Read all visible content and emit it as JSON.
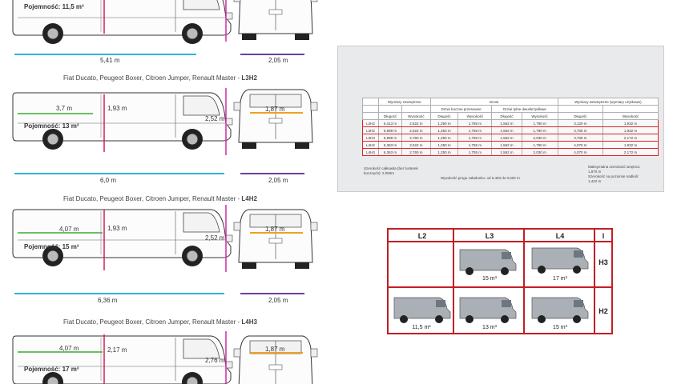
{
  "left_panel": {
    "section1": {
      "title_prefix": "",
      "title_code": "",
      "volume": "Pojemność: 11,5 m³",
      "overall_length": "5,41 m",
      "rear_width": "2,05 m"
    },
    "section2": {
      "title_prefix": "Fiat Ducato, Peugeot Boxer, Citroen Jumper, Renault Master -",
      "title_code": "L3H2",
      "cargo_length": "3,7 m",
      "cargo_height": "1,93 m",
      "volume": "Pojemność: 13 m³",
      "total_height": "2,52 m",
      "cargo_width": "1,87 m",
      "overall_length": "6,0 m",
      "rear_width": "2,05 m"
    },
    "section3": {
      "title_prefix": "Fiat Ducato, Peugeot Boxer, Citroen Jumper, Renault Master -",
      "title_code": "L4H2",
      "cargo_length": "4,07 m",
      "cargo_height": "1,93 m",
      "volume": "Pojemność: 15 m³",
      "total_height": "2,52 m",
      "cargo_width": "1,87 m",
      "overall_length": "6,36 m",
      "rear_width": "2,05 m"
    },
    "section4": {
      "title_prefix": "Fiat Ducato, Peugeot Boxer, Citroen Jumper, Renault Master -",
      "title_code": "L4H3",
      "cargo_length": "4,07 m",
      "cargo_height": "2,17 m",
      "volume": "Pojemność: 17 m³",
      "total_height": "2,76 m",
      "cargo_width": "1,87 m"
    }
  },
  "spec_table": {
    "group_ext": "Wymiary zewnętrzne",
    "group_doors": "Drzwi",
    "sub_side": "Drzwi boczne przesuwne",
    "sub_rear": "Drzwi tylne dwuskrzydłowe",
    "group_int": "Wymiary wewnętrzne",
    "group_int_note": "(wymiary użytkowe)",
    "col_len": "Długość",
    "col_h": "Wysokość",
    "rows": [
      [
        "L2H2",
        "5,413 m",
        "2,522 m",
        "1,250 m",
        "1,755 m",
        "1,562 m",
        "1,790 m",
        "3,120 m",
        "1,932 m"
      ],
      [
        "L3H2",
        "5,998 m",
        "2,522 m",
        "1,250 m",
        "1,755 m",
        "1,562 m",
        "1,790 m",
        "3,705 m",
        "1,932 m"
      ],
      [
        "L3H3",
        "5,998 m",
        "2,760 m",
        "1,250 m",
        "1,755 m",
        "1,562 m",
        "2,030 m",
        "3,705 m",
        "2,172 m"
      ],
      [
        "L4H2",
        "6,363 m",
        "2,522 m",
        "1,250 m",
        "1,755 m",
        "1,562 m",
        "1,790 m",
        "4,070 m",
        "1,932 m"
      ],
      [
        "L4H3",
        "6,363 m",
        "2,760 m",
        "1,250 m",
        "1,755 m",
        "1,562 m",
        "2,030 m",
        "4,070 m",
        "2,172 m"
      ]
    ],
    "note_width_a": "Szerokość całkowita (bez lusterek",
    "note_width_b": "bocznych): 2,050m",
    "note_sill": "Wysokość progu załadunku: od 0,493 do 0,602 m",
    "note_max_a": "Maksymalna szerokość wnętrza:",
    "note_max_b": "1,870 m",
    "note_max_c": "Szerokość na poziomie nadkoli:",
    "note_max_d": "1,422 m"
  },
  "size_grid": {
    "headers": [
      "L2",
      "L3",
      "L4",
      "l"
    ],
    "rows": [
      "H3",
      "H2"
    ],
    "h3": {
      "l3": "15 m³",
      "l4": "17 m³"
    },
    "h2": {
      "l2": "11,5 m³",
      "l3": "13 m³",
      "l4": "15 m³"
    },
    "accent": "#c21e25"
  },
  "colors": {
    "cargo_length": "#3aa935",
    "cargo_height": "#d21f5a",
    "total_height": "#cf2aa8",
    "cargo_width": "#f0a020",
    "overall_length": "#31b3d6",
    "rear_width": "#6b3fa0"
  }
}
